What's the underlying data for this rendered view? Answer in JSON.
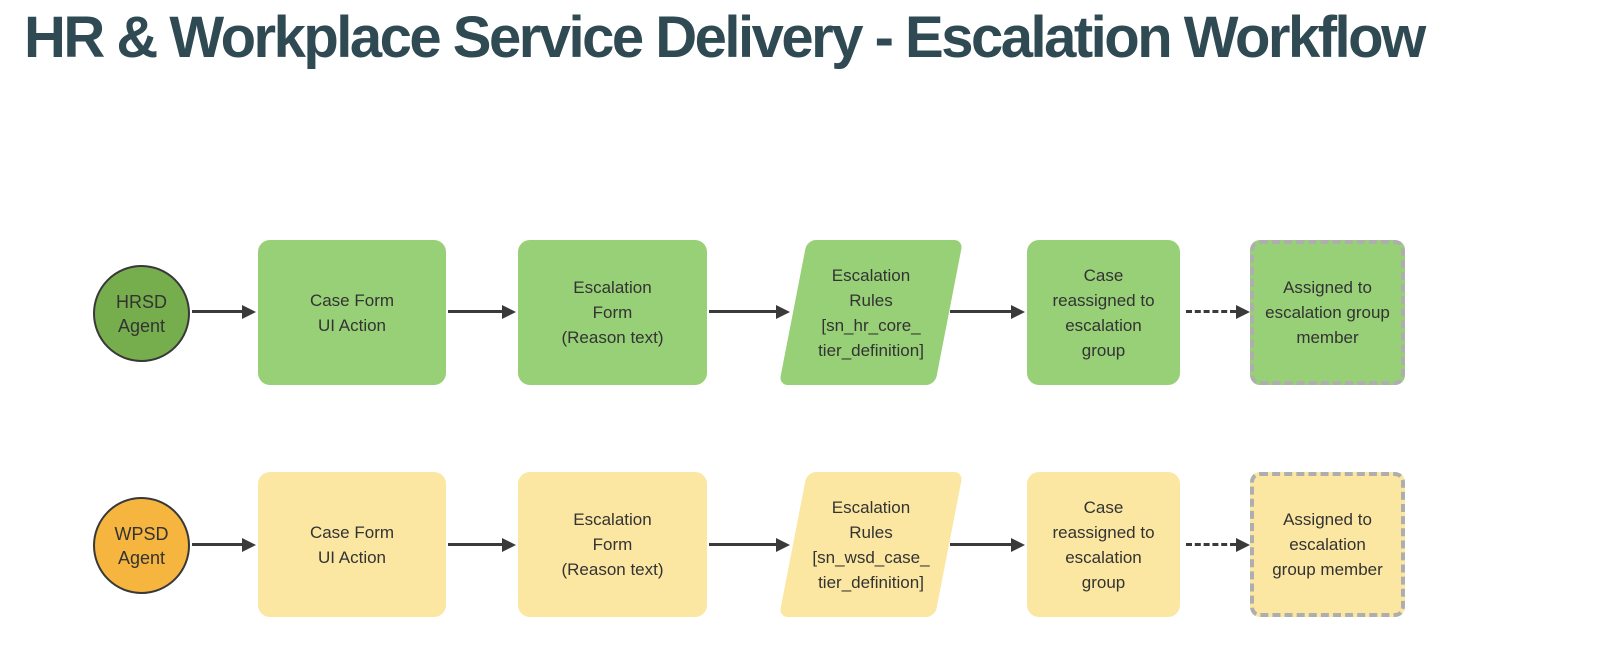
{
  "title": "HR & Workplace Service Delivery - Escalation Workflow",
  "colors": {
    "title": "#2f4a52",
    "text": "#333333",
    "arrow": "#3a3a3a",
    "green_fill": "#97d077",
    "green_strong": "#77ae4d",
    "yellow_fill": "#fbe7a1",
    "yellow_strong": "#f5b53e",
    "dashed_border": "#aeaeae",
    "node_border": "#383838",
    "bg": "#ffffff"
  },
  "rows": [
    {
      "id": "hrsd",
      "theme": "green",
      "agent": "HRSD\nAgent",
      "steps": [
        {
          "shape": "rounded",
          "label": "Case Form\nUI Action"
        },
        {
          "shape": "rounded",
          "label": "Escalation\nForm\n(Reason text)"
        },
        {
          "shape": "parallelogram",
          "label": "Escalation\nRules\n[sn_hr_core_\ntier_definition]"
        },
        {
          "shape": "rounded",
          "label": "Case\nreassigned to\nescalation\ngroup"
        },
        {
          "shape": "dashed-rounded",
          "label": "Assigned to\nescalation group\nmember"
        }
      ]
    },
    {
      "id": "wpsd",
      "theme": "yellow",
      "agent": "WPSD\nAgent",
      "steps": [
        {
          "shape": "rounded",
          "label": "Case Form\nUI Action"
        },
        {
          "shape": "rounded",
          "label": "Escalation\nForm\n(Reason text)"
        },
        {
          "shape": "parallelogram",
          "label": "Escalation\nRules\n[sn_wsd_case_\ntier_definition]"
        },
        {
          "shape": "rounded",
          "label": "Case\nreassigned to\nescalation\ngroup"
        },
        {
          "shape": "dashed-rounded",
          "label": "Assigned to\nescalation\ngroup member"
        }
      ]
    }
  ]
}
